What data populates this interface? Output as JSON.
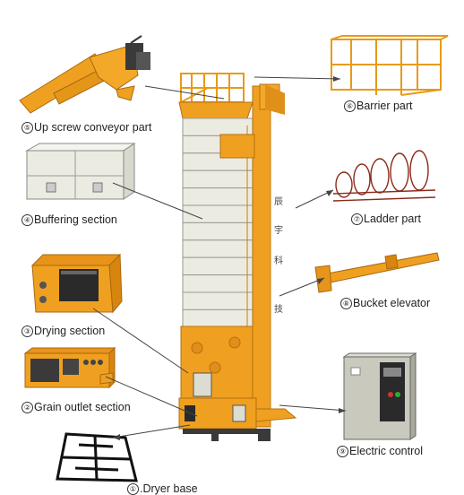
{
  "parts": [
    {
      "num": "⑤",
      "text": "Up screw conveyor part"
    },
    {
      "num": "④",
      "text": "Buffering section"
    },
    {
      "num": "③",
      "text": "Drying section"
    },
    {
      "num": "②",
      "text": "Grain outlet section"
    },
    {
      "num": "①",
      "text": ".Dryer base"
    },
    {
      "num": "⑥",
      "text": "Barrier part"
    },
    {
      "num": "⑦",
      "text": "Ladder part"
    },
    {
      "num": "⑧",
      "text": "Bucket elevator"
    },
    {
      "num": "⑨",
      "text": "Electric control"
    }
  ],
  "tower_characters": [
    "辰",
    "宇",
    "科",
    "技"
  ],
  "colors": {
    "machine_orange": "#f0a020",
    "panel_cream": "#ecebe2",
    "outline_dark": "#3a3a3a",
    "cabinet_gray": "#c9c9bd"
  }
}
